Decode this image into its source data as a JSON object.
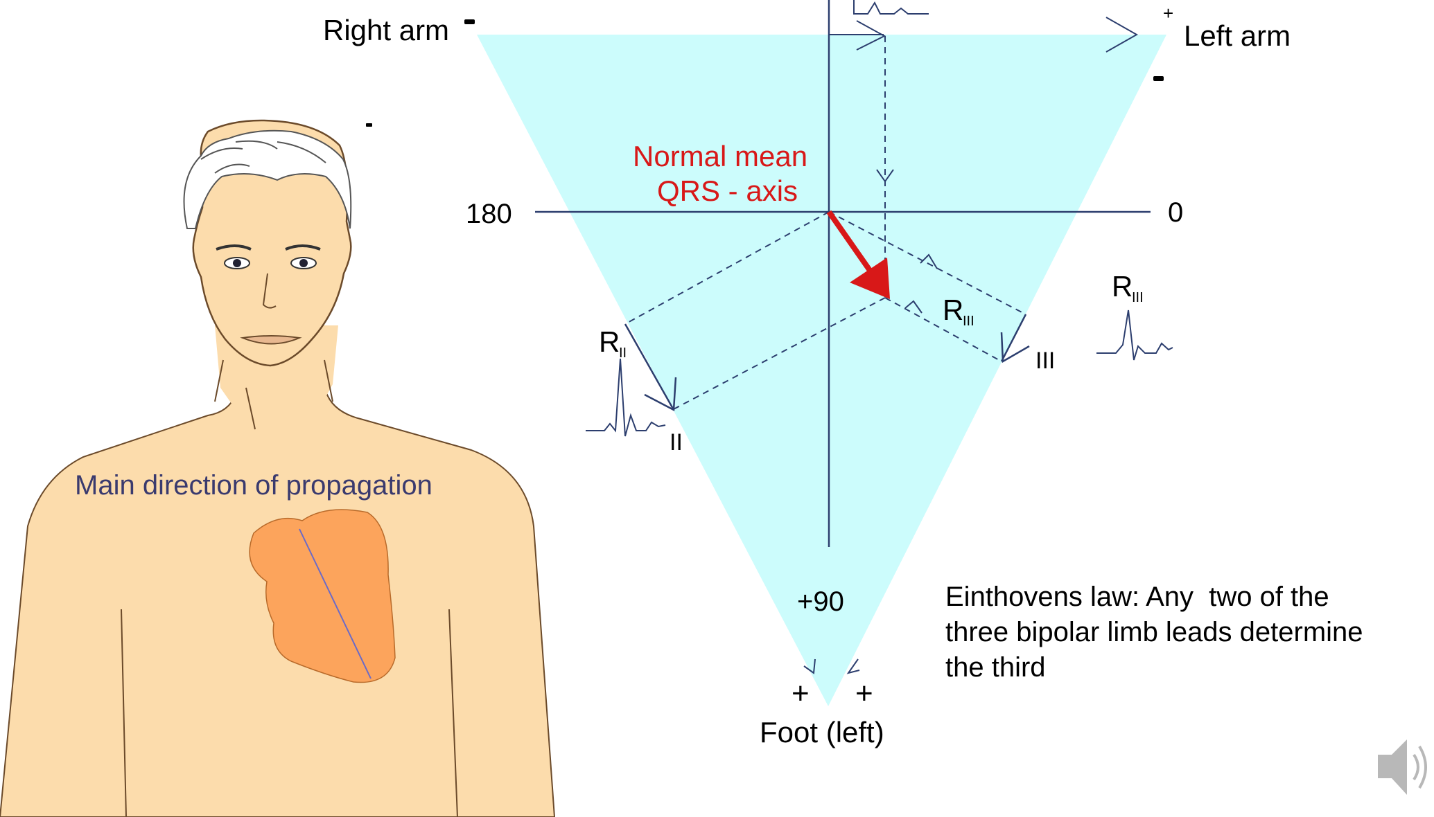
{
  "labels": {
    "right_arm": "Right arm",
    "left_arm": "Left arm",
    "angle_180": "180",
    "angle_0": "0",
    "angle_plus90": "+90",
    "foot": "Foot (left)",
    "plus_sign": "+",
    "axis_line1": "Normal mean",
    "axis_line2": "QRS - axis",
    "r_letter": "R",
    "r_sub_ii": "II",
    "r_sub_iii": "III",
    "lead_ii": "II",
    "lead_iii": "III",
    "propagation": "Main direction of propagation",
    "law_line1": "Einthovens law: Any  two of the",
    "law_line2": "three bipolar limb leads determine",
    "law_line3": "the third"
  },
  "colors": {
    "triangle_fill": "#ccfcfc",
    "skin": "#fcdcac",
    "heart": "#fca45c",
    "axis_red": "#d81818",
    "lines": "#2c3e6e",
    "propagation_text": "#3a3a6e",
    "background": "#ffffff"
  },
  "icons": {
    "speaker": "speaker-icon"
  }
}
